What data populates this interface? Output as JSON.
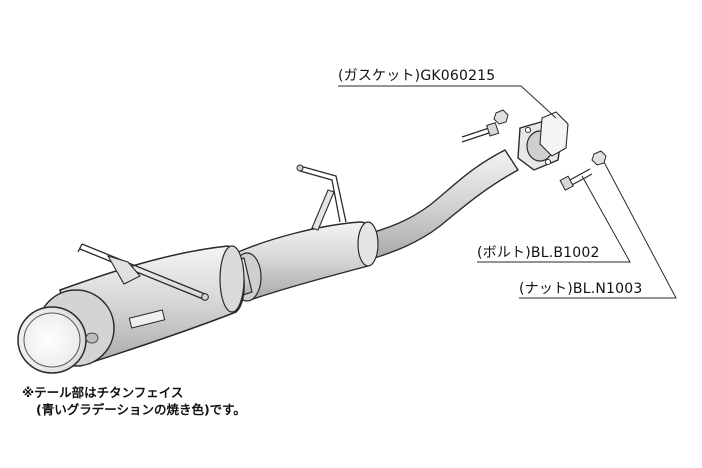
{
  "callouts": {
    "gasket": "(ガスケット)GK060215",
    "bolt": "(ボルト)BL.B1002",
    "nut": "(ナット)BL.N1003"
  },
  "note": {
    "line1": "※テール部はチタンフェイス",
    "line2": "(青いグラデーションの焼き色)です。"
  },
  "colors": {
    "line": "#2a2a2a",
    "body_fill": "#d6d6d6",
    "body_light": "#eeeeee",
    "tail_inner": "#f2f2f2"
  }
}
